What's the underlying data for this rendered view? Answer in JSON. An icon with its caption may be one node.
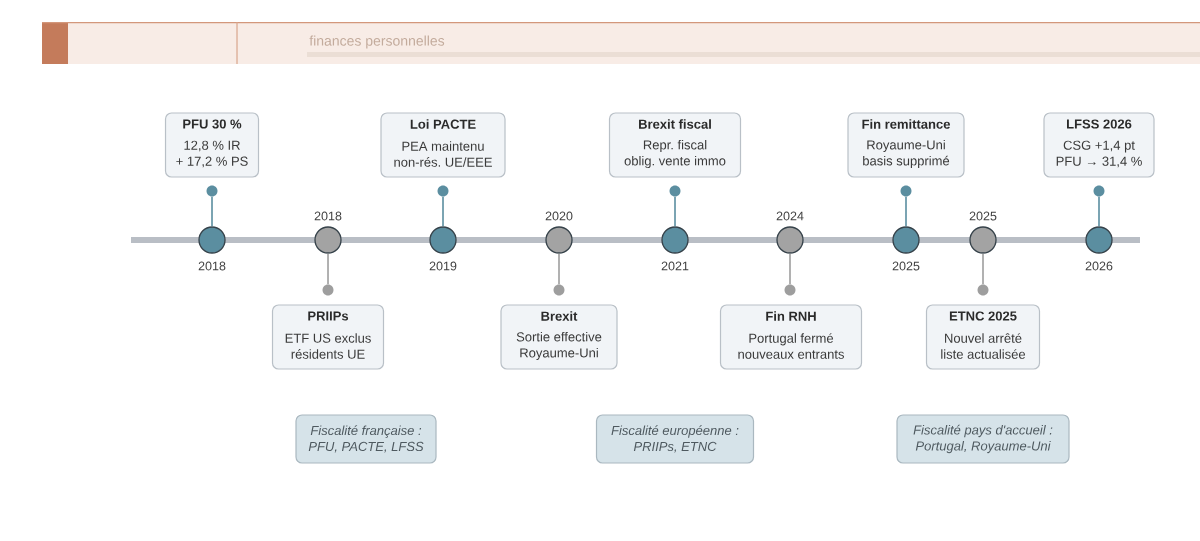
{
  "diagram": {
    "nodes": [
      {
        "text": [
          "PFU 30 %",
          "12,8 % IR + 17,2 % PS"
        ]
      },
      {
        "text": [
          "Loi PACTE",
          "PEA maintenu non-rés. UE/EEE"
        ]
      },
      {
        "text": [
          "Brexit fiscal",
          "Repr. fiscal oblig. vente immo"
        ]
      },
      {
        "text": [
          "Fin remittance",
          "Royaume-Uni basis supprimé"
        ]
      },
      {
        "text": [
          "LFSS 2026",
          "CSG +1,4 pt PFU → 31,4 %"
        ]
      },
      {
        "text": [],
        "shape": "circle"
      },
      {
        "text": [],
        "shape": "circle"
      },
      {
        "text": [],
        "shape": "circle"
      },
      {
        "text": [],
        "shape": "circle"
      },
      {
        "text": [],
        "shape": "circle"
      },
      {
        "text": [],
        "shape": "circle",
        "beside": [
          "2018"
        ]
      },
      {
        "text": [],
        "shape": "circle",
        "beside": [
          "2018"
        ]
      },
      {
        "text": [],
        "shape": "circle",
        "beside": [
          "2019"
        ]
      },
      {
        "text": [],
        "shape": "circle",
        "beside": [
          "2020"
        ]
      },
      {
        "text": [],
        "shape": "circle",
        "beside": [
          "2021"
        ]
      },
      {
        "text": [],
        "shape": "circle",
        "beside": [
          "2024"
        ]
      },
      {
        "text": [],
        "shape": "circle",
        "beside": [
          "2025"
        ]
      },
      {
        "text": [],
        "shape": "circle",
        "beside": [
          "2025"
        ]
      },
      {
        "text": [],
        "shape": "circle",
        "beside": [
          "2026"
        ]
      },
      {
        "text": [],
        "shape": "circle"
      },
      {
        "text": [],
        "shape": "circle"
      },
      {
        "text": [],
        "shape": "circle"
      },
      {
        "text": [],
        "shape": "circle"
      },
      {
        "text": [
          "PRIIPs",
          "ETF US exclus résidents UE"
        ]
      },
      {
        "text": [
          "Brexit",
          "Sortie effective Royaume-Uni"
        ]
      },
      {
        "text": [
          "Fin RNH",
          "Portugal fermé nouveaux entrants"
        ]
      },
      {
        "text": [
          "ETNC 2025",
          "Nouvel arrêté liste actualisée"
        ]
      },
      {
        "text": [
          "Fiscalité française : PFU, PACTE, LFSS"
        ]
      },
      {
        "text": [
          "Fiscalité européenne : PRIIPs, ETNC"
        ]
      },
      {
        "text": [
          "Fiscalité pays d'accueil : Portugal, Royaume-Uni"
        ]
      }
    ],
    "edges": [
      {
        "from": 10,
        "to": 5,
        "arrow": "none"
      },
      {
        "from": 11,
        "to": 19,
        "arrow": "none",
        "color": "#9e9e9e"
      },
      {
        "from": 12,
        "to": 6,
        "arrow": "none"
      },
      {
        "from": 13,
        "to": 20,
        "arrow": "none",
        "color": "#9e9e9e"
      },
      {
        "from": 14,
        "to": 7,
        "arrow": "none"
      },
      {
        "from": 15,
        "to": 21,
        "arrow": "none",
        "color": "#9e9e9e"
      },
      {
        "from": 16,
        "to": 8,
        "arrow": "none"
      },
      {
        "from": 17,
        "to": 22,
        "arrow": "none",
        "color": "#9e9e9e"
      },
      {
        "from": 18,
        "to": 9,
        "arrow": "none"
      }
    ],
    "labels": [
      "finances personnelles"
    ]
  }
}
